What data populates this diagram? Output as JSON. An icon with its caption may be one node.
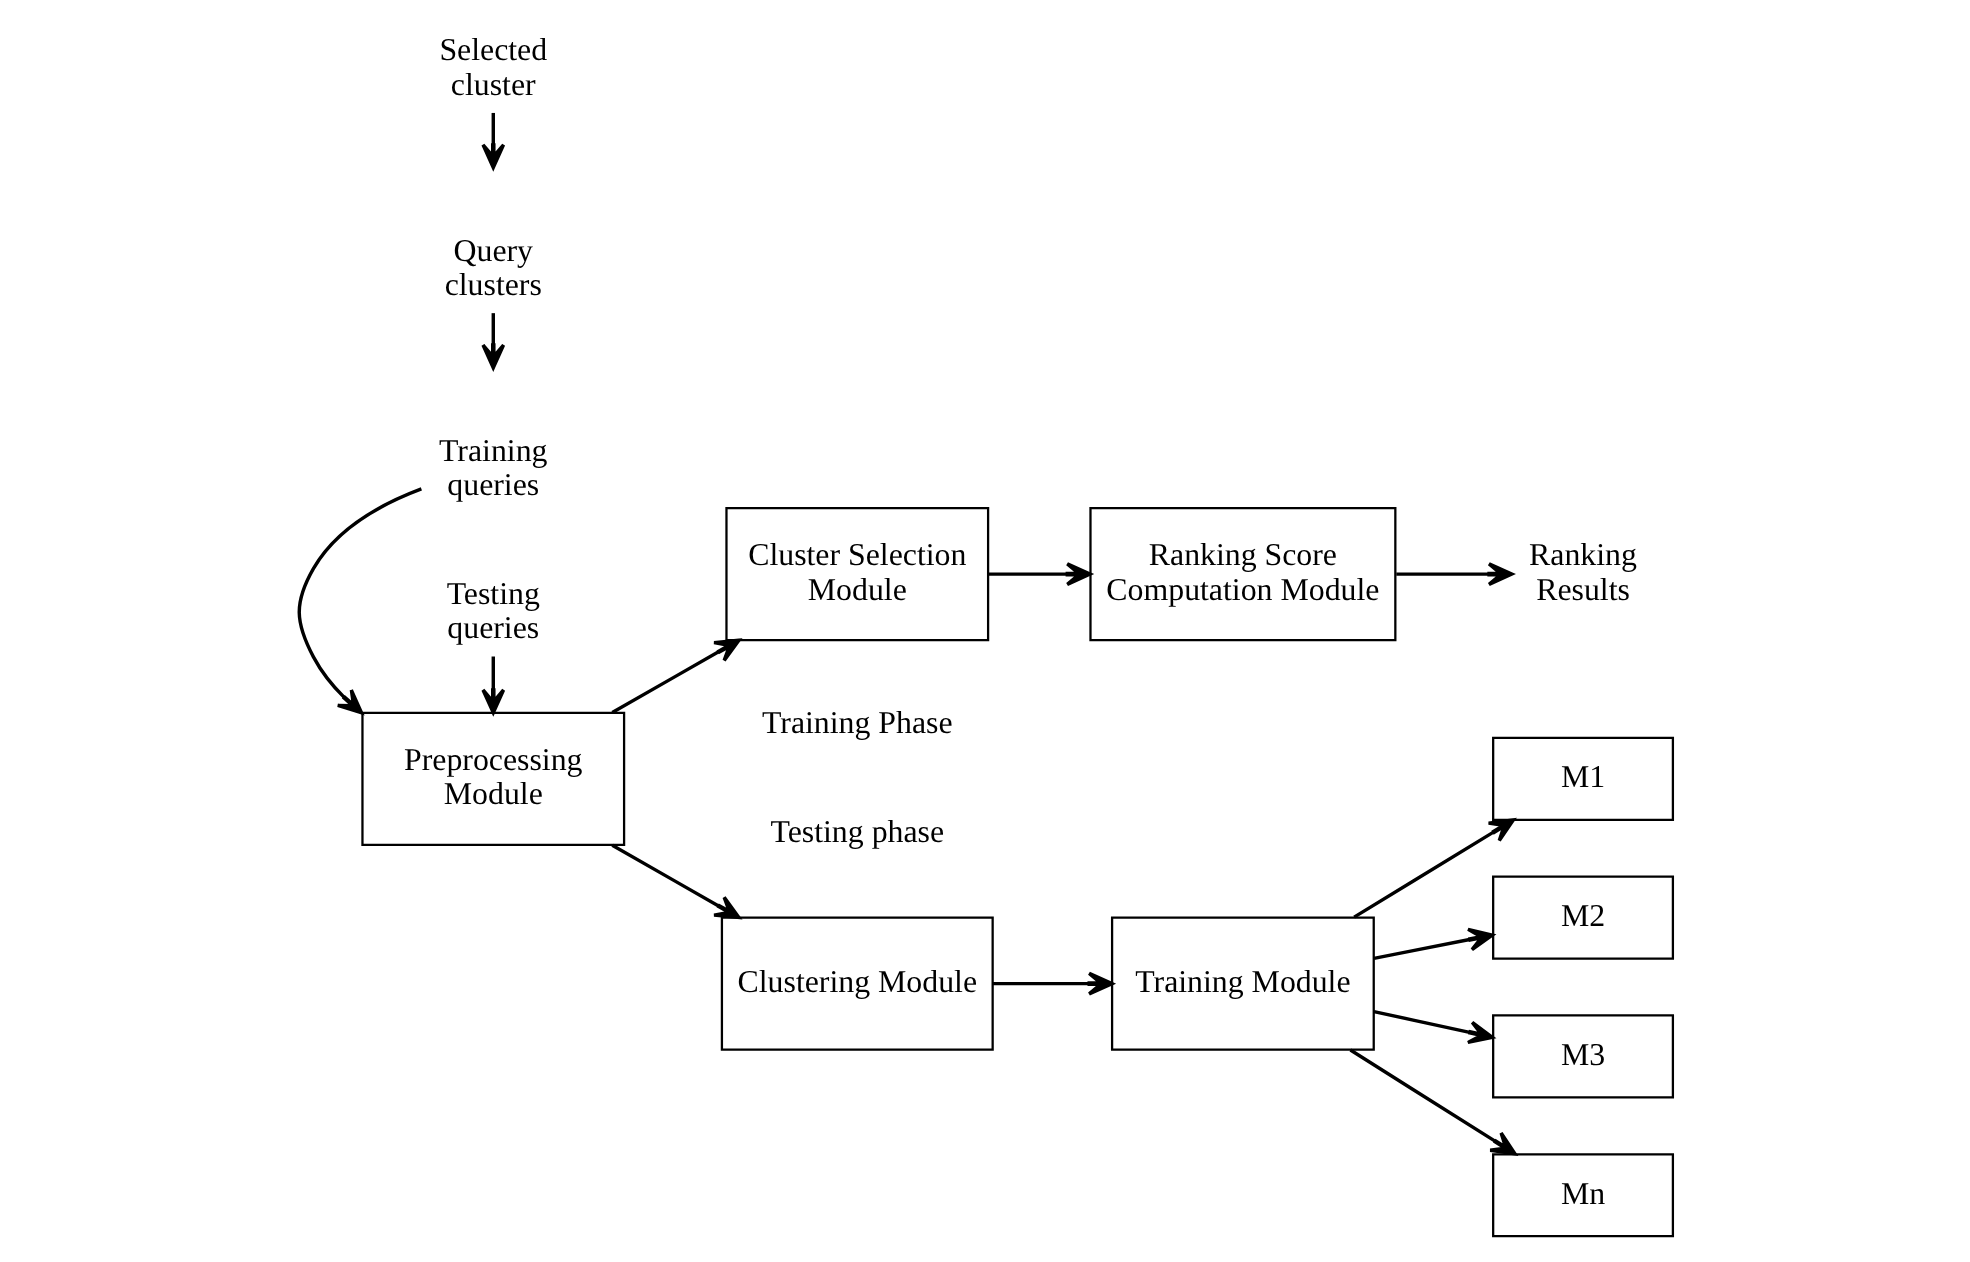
{
  "diagram": {
    "nodes": [
      {
        "text": [
          "Training queries"
        ]
      },
      {
        "text": [
          "Preprocessing Module"
        ]
      },
      {
        "text": [
          "Testing queries"
        ]
      },
      {
        "text": [
          "Clustering Module"
        ]
      },
      {
        "text": [
          "Training Module"
        ]
      },
      {
        "text": [
          "Query clusters"
        ]
      },
      {
        "text": [
          "M1"
        ]
      },
      {
        "text": [
          "M2"
        ]
      },
      {
        "text": [
          "M3"
        ]
      },
      {
        "text": [
          "Mn"
        ]
      },
      {
        "text": [
          "Cluster Selection Module"
        ]
      },
      {
        "text": [
          "Ranking Score Computation Module"
        ]
      },
      {
        "text": [
          "Selected cluster"
        ]
      },
      {
        "text": [
          "Ranking Results"
        ]
      }
    ],
    "edges": [
      {
        "from": 0,
        "to": 1,
        "arrow": "to"
      },
      {
        "from": 2,
        "to": 1,
        "arrow": "to"
      },
      {
        "from": 1,
        "to": 3,
        "arrow": "to"
      },
      {
        "from": 1,
        "to": 10,
        "arrow": "to"
      },
      {
        "from": 3,
        "to": 4,
        "arrow": "to"
      },
      {
        "from": 5,
        "to": null,
        "arrow": "to"
      },
      {
        "from": 4,
        "to": 6,
        "arrow": "to"
      },
      {
        "from": 4,
        "to": 7,
        "arrow": "to"
      },
      {
        "from": 4,
        "to": 8,
        "arrow": "to"
      },
      {
        "from": 4,
        "to": 9,
        "arrow": "to"
      },
      {
        "from": 10,
        "to": 11,
        "arrow": "to"
      },
      {
        "from": 12,
        "to": null,
        "arrow": "to"
      },
      {
        "from": 11,
        "to": 13,
        "arrow": "to"
      }
    ],
    "labels": [
      "Testing phase",
      "Training Phase"
    ]
  }
}
